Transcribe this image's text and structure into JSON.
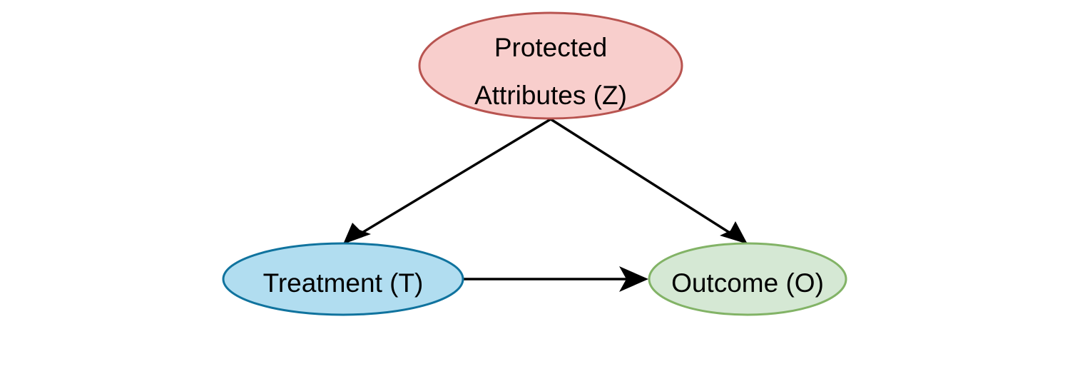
{
  "nodes": {
    "protected": {
      "line1": "Protected",
      "line2": "Attributes (Z)",
      "fill": "#f8cecc",
      "stroke": "#b85450"
    },
    "treatment": {
      "label": "Treatment (T)",
      "fill": "#b1ddf0",
      "stroke": "#10739e"
    },
    "outcome": {
      "label": "Outcome (O)",
      "fill": "#d5e8d4",
      "stroke": "#82b366"
    }
  },
  "edges": [
    {
      "from": "protected",
      "to": "treatment"
    },
    {
      "from": "protected",
      "to": "outcome"
    },
    {
      "from": "treatment",
      "to": "outcome"
    }
  ],
  "edge_color": "#000000"
}
